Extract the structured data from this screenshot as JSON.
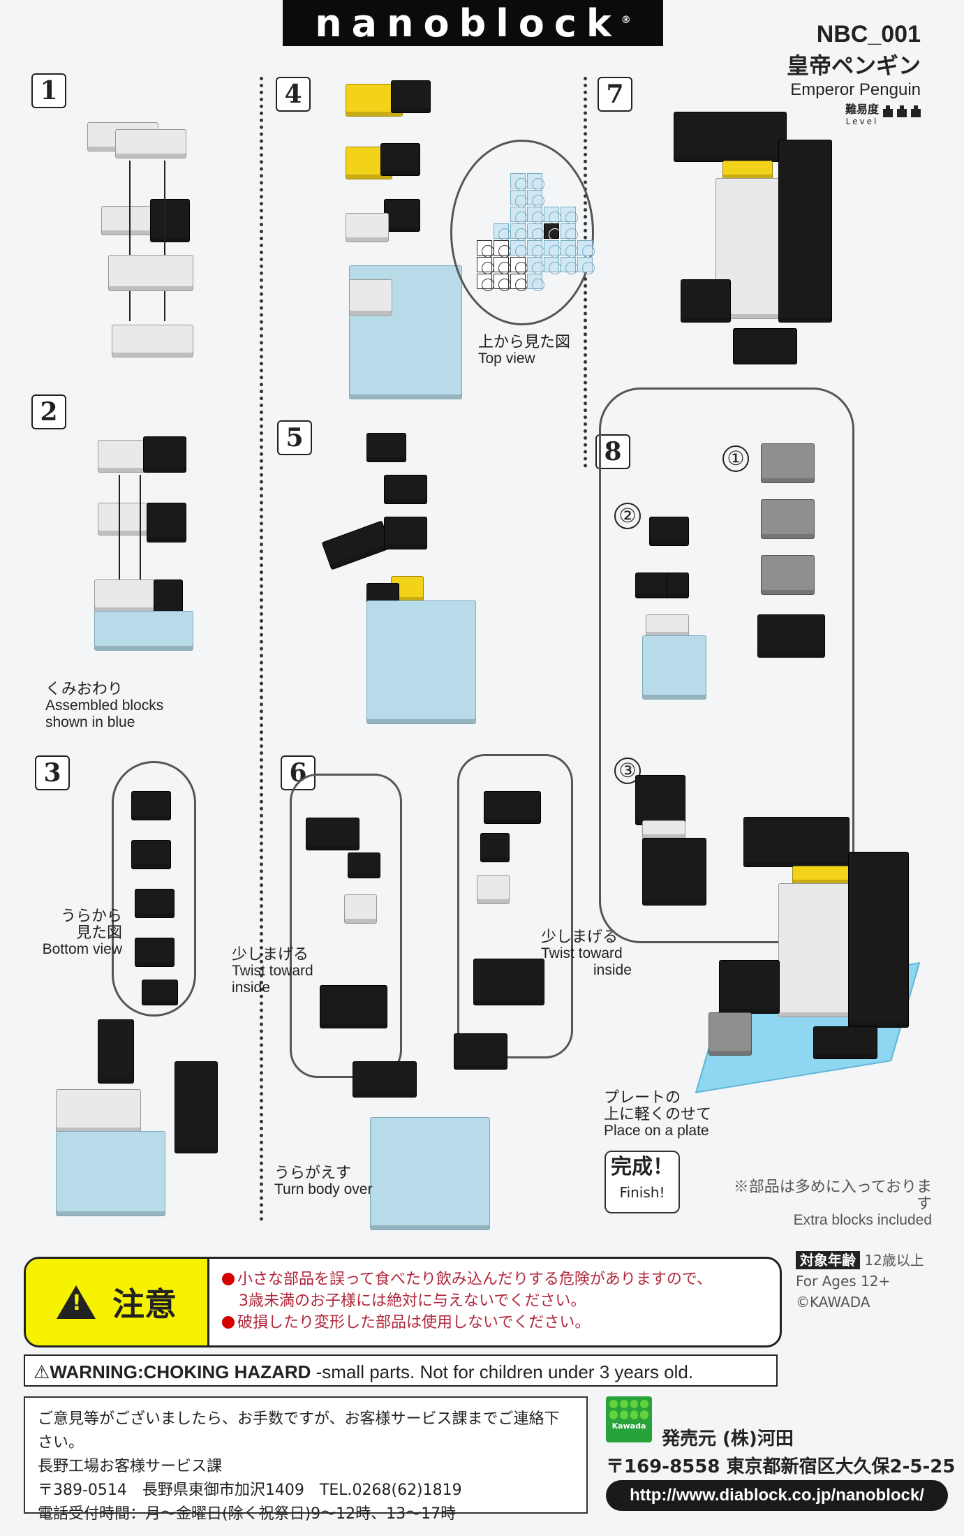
{
  "header": {
    "brand": "nanoblock",
    "registered_mark": "®",
    "product_code": "NBC_001",
    "product_name_jp": "皇帝ペンギン",
    "product_name_en": "Emperor Penguin",
    "level_label_jp": "難易度",
    "level_label_en": "Level",
    "level_value": 3,
    "level_max": 3
  },
  "steps": [
    {
      "number": "1"
    },
    {
      "number": "2",
      "note_jp": "くみおわり",
      "note_en_1": "Assembled blocks",
      "note_en_2": "shown in blue"
    },
    {
      "number": "3",
      "note_jp_1": "うらから",
      "note_jp_2": "見た図",
      "note_en": "Bottom view"
    },
    {
      "number": "4",
      "note_jp": "上から見た図",
      "note_en": "Top view"
    },
    {
      "number": "5"
    },
    {
      "number": "6",
      "left_note_jp": "少しまげる",
      "left_note_en_1": "Twist toward",
      "left_note_en_2": "inside",
      "right_note_jp": "少しまげる",
      "right_note_en_1": "Twist toward",
      "right_note_en_2": "inside",
      "bottom_note_jp": "うらがえす",
      "bottom_note_en": "Turn body over"
    },
    {
      "number": "7"
    },
    {
      "number": "8",
      "substeps": [
        "①",
        "②",
        "③"
      ],
      "plate_note_jp_1": "プレートの",
      "plate_note_jp_2": "上に軽くのせて",
      "plate_note_en": "Place on a plate"
    }
  ],
  "finish": {
    "jp": "完成！",
    "en": "Finish!"
  },
  "extra_note": {
    "jp": "※部品は多めに入っております",
    "en": "Extra blocks included"
  },
  "caution": {
    "label": "注意",
    "line1": "小さな部品を誤って食べたり飲み込んだりする危険がありますので、",
    "line2": "3歳未満のお子様には絶対に与えないでください。",
    "line3": "破損したり変形した部品は使用しないでください。"
  },
  "age": {
    "label_jp": "対象年齢",
    "value": "12歳以上",
    "en": "For Ages 12+",
    "copyright": "©KAWADA"
  },
  "warning": {
    "title": "WARNING:CHOKING HAZARD",
    "text": "-small parts. Not for children under 3 years old."
  },
  "contact": {
    "line1": "ご意見等がございましたら、お手数ですが、お客様サービス課までご連絡下さい。",
    "line2": "長野工場お客様サービス課",
    "line3": "〒389-0514　長野県東御市加沢1409　TEL.0268(62)1819",
    "line4": "電話受付時間：月～金曜日(除く祝祭日)9～12時、13～17時"
  },
  "seller": {
    "logo_text": "Kawada",
    "name": "発売元 (株)河田",
    "address": "〒169-8558 東京都新宿区大久保2-5-25",
    "url": "http://www.diablock.co.jp/nanoblock/"
  },
  "colors": {
    "caution_yellow": "#f6f200",
    "caution_text": "#b0263a",
    "kawada_green": "#27a339",
    "assembled_blue": "#b7dbe8",
    "penguin_yellow": "#f3d21a"
  }
}
